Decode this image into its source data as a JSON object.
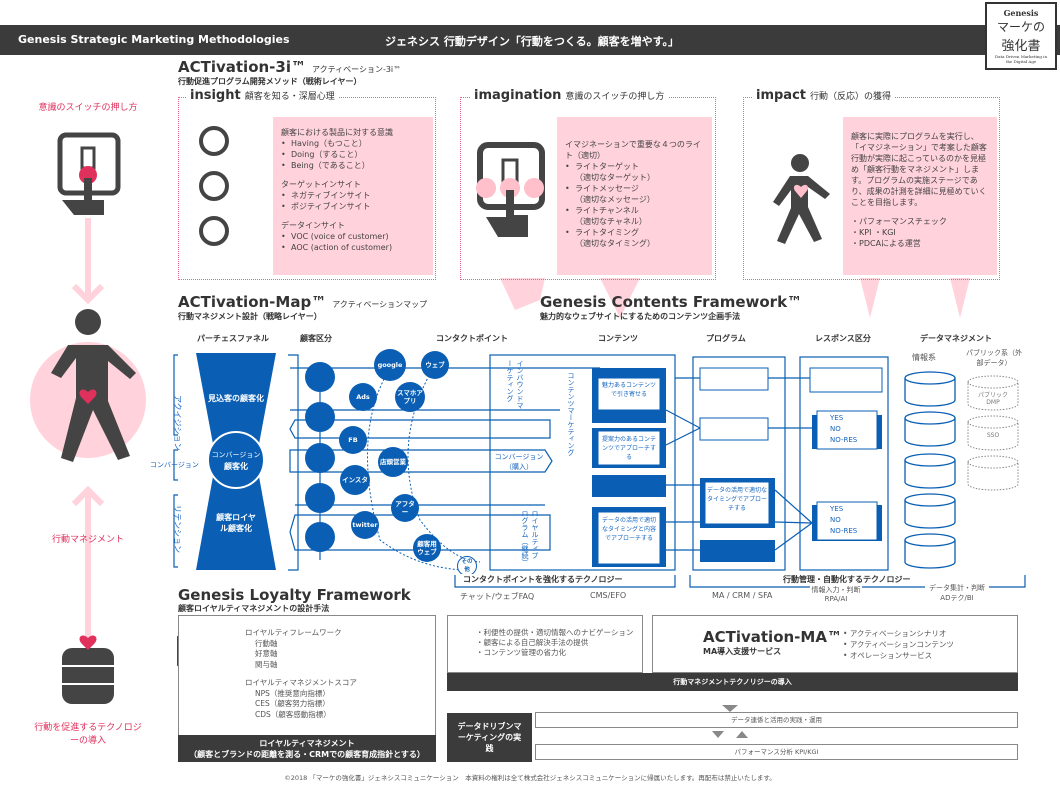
{
  "header": {
    "left_title": "Genesis  Strategic Marketing Methodologies",
    "center_title": "ジェネシス 行動デザイン「行動をつくる。顧客を増やす。」",
    "logo": {
      "brand": "Genesis",
      "line1": "マーケの",
      "line2": "強化書",
      "tagline": "Data Driven Marketing in the Digital Age"
    }
  },
  "left_column": {
    "top_label": "意識のスイッチの押し方",
    "middle_label": "行動マネジメント",
    "bottom_label": "行動を促進するテクノロジーの導入"
  },
  "activation3i": {
    "title": "ACTivation-3i™",
    "title_kana": "アクティベーション-3i™",
    "subtitle": "行動促進プログラム開発メソッド（戦術レイヤー）",
    "insight": {
      "heading": "insight",
      "heading_sub": "顧客を知る・深層心理",
      "group1_title": "顧客における製品に対する意識",
      "group1_items": [
        "Having（もつこと）",
        "Doing（すること）",
        "Being（であること）"
      ],
      "group2_title": "ターゲットインサイト",
      "group2_items": [
        "ネガティブインサイト",
        "ポジティブインサイト"
      ],
      "group3_title": "データインサイト",
      "group3_items": [
        "VOC (voice of customer)",
        "AOC (action of customer)"
      ]
    },
    "imagination": {
      "heading": "imagination",
      "heading_sub": "意識のスイッチの押し方",
      "intro": "イマジネーションで重要な４つのライト（適切）",
      "items": [
        {
          "main": "ライトターゲット",
          "sub": "（適切なターゲット）"
        },
        {
          "main": "ライトメッセージ",
          "sub": "（適切なメッセージ）"
        },
        {
          "main": "ライトチャンネル",
          "sub": "（適切なチャネル）"
        },
        {
          "main": "ライトタイミング",
          "sub": "（適切なタイミング）"
        }
      ]
    },
    "impact": {
      "heading": "impact",
      "heading_sub": "行動（反応）の獲得",
      "body": "顧客に実際にプログラムを実行し、「イマジネーション」で考案した顧客行動が実際に起こっているのかを見極め「顧客行動をマネジメント」します。プログラムの実施ステージであり、成果の計測を詳細に見極めていくことを目指します。",
      "items": [
        "・パフォーマンスチェック",
        "・KPI ・KGI",
        "・PDCAによる運営"
      ]
    }
  },
  "activation_map": {
    "title": "ACTivation-Map™",
    "title_kana": "アクティベーションマップ",
    "subtitle": "行動マネジメント設計（戦略レイヤー）",
    "columns": [
      "パーチェスファネル",
      "顧客区分",
      "コンタクトポイント",
      "コンテンツ",
      "プログラム",
      "レスポンス区分",
      "データマネジメント"
    ],
    "stages": [
      "アクイジション",
      "コンバージョン",
      "リテンション"
    ],
    "funnel": [
      "見込客の顧客化",
      "コンバージョン",
      "顧客化",
      "顧客ロイヤル顧客化"
    ],
    "contact_points": [
      "google",
      "ウェブ",
      "Ads",
      "スマホアプリ",
      "FB",
      "店頭営業",
      "インスタ",
      "アフター",
      "twitter",
      "顧客用ウェブ",
      "その他"
    ],
    "flows": [
      "インバウンドマーケティング",
      "コンバージョン（購入）",
      "ロイヤルティプログラム（継続）"
    ],
    "tech_left": {
      "title": "コンタクトポイントを強化するテクノロジー",
      "items": [
        "チャット/ウェブFAQ",
        "CMS/EFO"
      ]
    },
    "tech_right": {
      "title": "行動管理・自動化するテクノロジー",
      "items": [
        "MA / CRM / SFA",
        "情報入力・判断 RPA/AI",
        "データ集計・判断 ADテク/BI"
      ]
    }
  },
  "contents_framework": {
    "title": "Genesis Contents Framework™",
    "subtitle": "魅力的なウェブサイトにするためのコンテンツ企画手法",
    "vertical_label": "コンテンツマーケティング",
    "contents": [
      "魅力あるコンテンツで引き寄せる",
      "提案力のあるコンテンツでアプローチする",
      "データの活用で適切なタイミングと内容でアプローチする"
    ],
    "program": "データの活用で適切なタイミングでアプローチする",
    "responses": [
      "YES",
      "NO",
      "NO-RES"
    ],
    "data": {
      "internal": "情報系",
      "external": "パブリック系（外部データ）",
      "external_items": [
        "パブリックDMP",
        "SSO"
      ]
    }
  },
  "loyalty": {
    "title": "Genesis Loyalty Framework",
    "subtitle": "顧客ロイヤルティマネジメントの設計手法",
    "group1_title": "ロイヤルティフレームワーク",
    "group1_items": [
      "行動軸",
      "好意軸",
      "関与軸"
    ],
    "group2_title": "ロイヤルティマネジメントスコア",
    "group2_items": [
      "NPS（推奨意向指標）",
      "CES（顧客努力指標）",
      "CDS（顧客感動指標）"
    ],
    "footer_line1": "ロイヤルティマネジメント",
    "footer_line2": "（顧客とブランドの距離を測る・CRMでの顧客育成指針とする）"
  },
  "benefits": [
    "・利便性の提供・適切情報へのナビゲーション",
    "・顧客による自己解決手法の提供",
    "・コンテンツ管理の省力化"
  ],
  "activation_ma": {
    "title": "ACTivation-MA™",
    "subtitle": "MA導入支援サービス",
    "items": [
      "アクティベーションシナリオ",
      "アクティベーションコンテンツ",
      "オペレーションサービス"
    ]
  },
  "tech_bar": "行動マネジメントテクノリジーの導入",
  "data_driven": {
    "label": "データドリブンマーケティングの実践",
    "rows": [
      "データ連係と活用の実践・運用",
      "パフォーマンス分析 KPI/KGI"
    ]
  },
  "footer": "©2018 「マーケの強化書」ジェネシスコミュニケーション　本資料の権利は全て株式会社ジェネシスコミュニケーションに帰属いたします。再配布は禁止いたします。",
  "colors": {
    "blue": "#0a5fb4",
    "pink": "#ffd2dc",
    "accent_pink": "#e0305c",
    "dark": "#3b3b3b"
  }
}
